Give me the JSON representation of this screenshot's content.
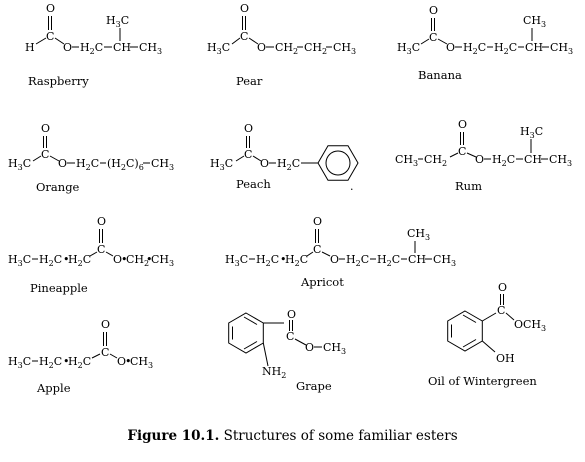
{
  "figure": {
    "label": "Figure 10.1.",
    "caption": "Structures of some familiar esters"
  },
  "esters": [
    {
      "name": "Raspberry"
    },
    {
      "name": "Pear"
    },
    {
      "name": "Banana"
    },
    {
      "name": "Orange"
    },
    {
      "name": "Peach"
    },
    {
      "name": "Rum"
    },
    {
      "name": "Pineapple"
    },
    {
      "name": "Apricot"
    },
    {
      "name": "Apple"
    },
    {
      "name": "Grape"
    },
    {
      "name": "Oil of Wintergreen"
    }
  ]
}
